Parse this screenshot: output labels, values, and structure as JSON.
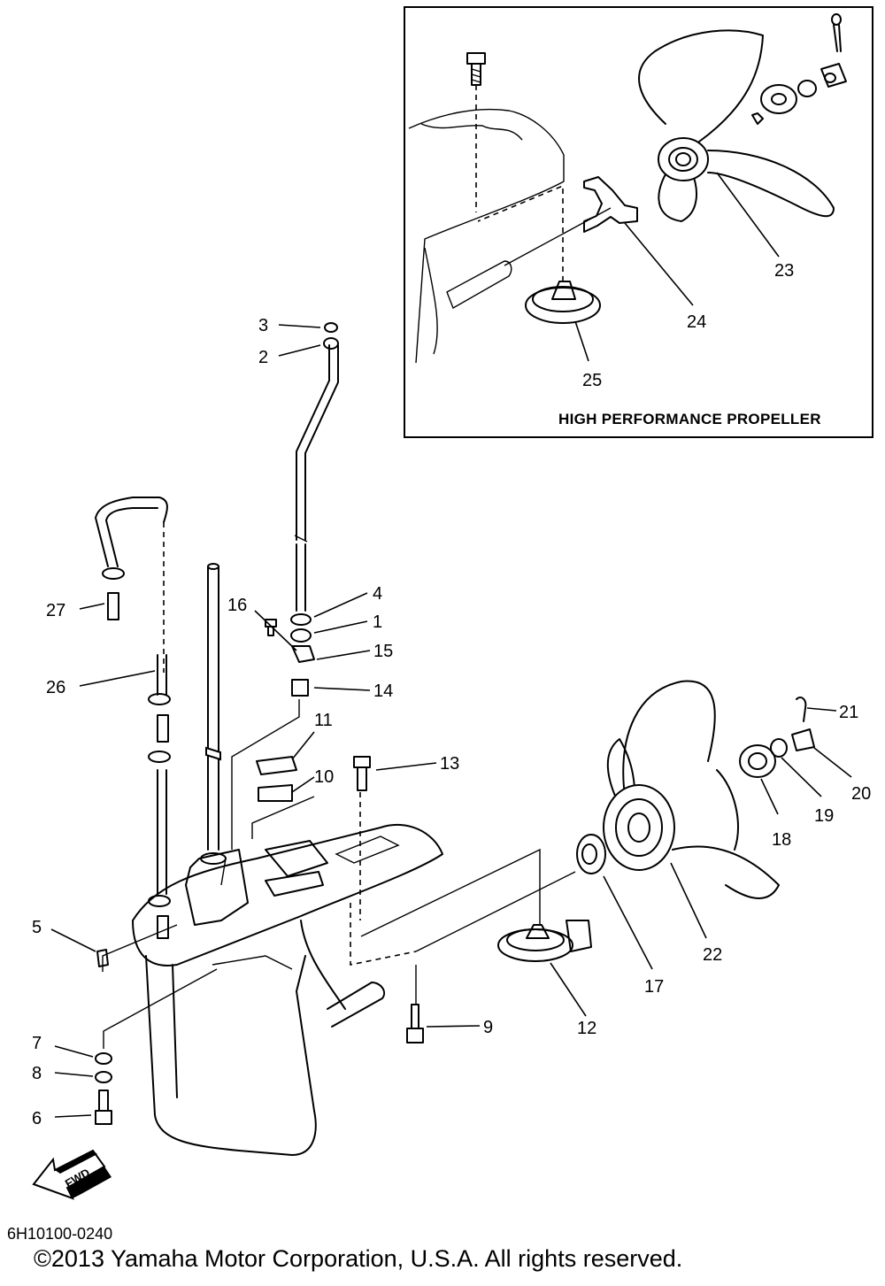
{
  "diagram": {
    "inset_title": "HIGH PERFORMANCE PROPELLER",
    "fwd_label": "FWD",
    "drawing_code": "6H10100-0240",
    "copyright": "©2013 Yamaha Motor Corporation, U.S.A. All rights reserved.",
    "callouts": [
      "1",
      "2",
      "3",
      "4",
      "5",
      "6",
      "7",
      "8",
      "9",
      "10",
      "11",
      "12",
      "13",
      "14",
      "15",
      "16",
      "17",
      "18",
      "19",
      "20",
      "21",
      "22",
      "23",
      "24",
      "25",
      "26",
      "27"
    ]
  }
}
